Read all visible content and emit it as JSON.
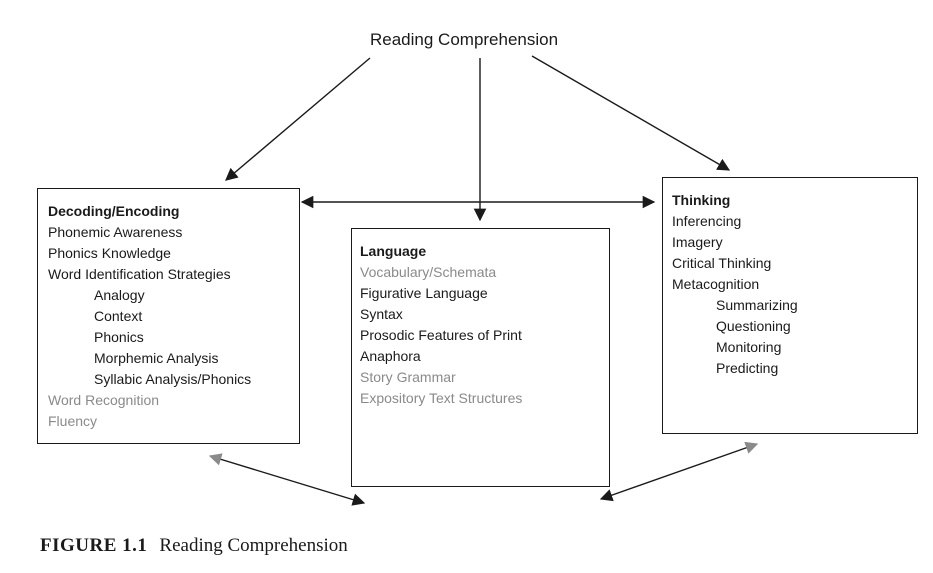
{
  "title": "Reading Comprehension",
  "boxes": {
    "decoding": {
      "heading": "Decoding/Encoding",
      "items": [
        "Phonemic Awareness",
        "Phonics Knowledge",
        "Word Identification Strategies"
      ],
      "subitems": [
        "Analogy",
        "Context",
        "Phonics",
        "Morphemic Analysis",
        "Syllabic Analysis/Phonics"
      ],
      "after": [
        "Word Recognition",
        "Fluency"
      ]
    },
    "language": {
      "heading": "Language",
      "items": [
        "Vocabulary/Schemata",
        "Figurative Language",
        "Syntax",
        "Prosodic Features of Print",
        "Anaphora",
        "Story Grammar",
        "Expository Text Structures"
      ]
    },
    "thinking": {
      "heading": "Thinking",
      "items": [
        "Inferencing",
        "Imagery",
        "Critical Thinking",
        "Metacognition"
      ],
      "subitems": [
        "Summarizing",
        "Questioning",
        "Monitoring",
        "Predicting"
      ]
    }
  },
  "caption": {
    "number": "FIGURE 1.1",
    "text": "Reading Comprehension"
  }
}
